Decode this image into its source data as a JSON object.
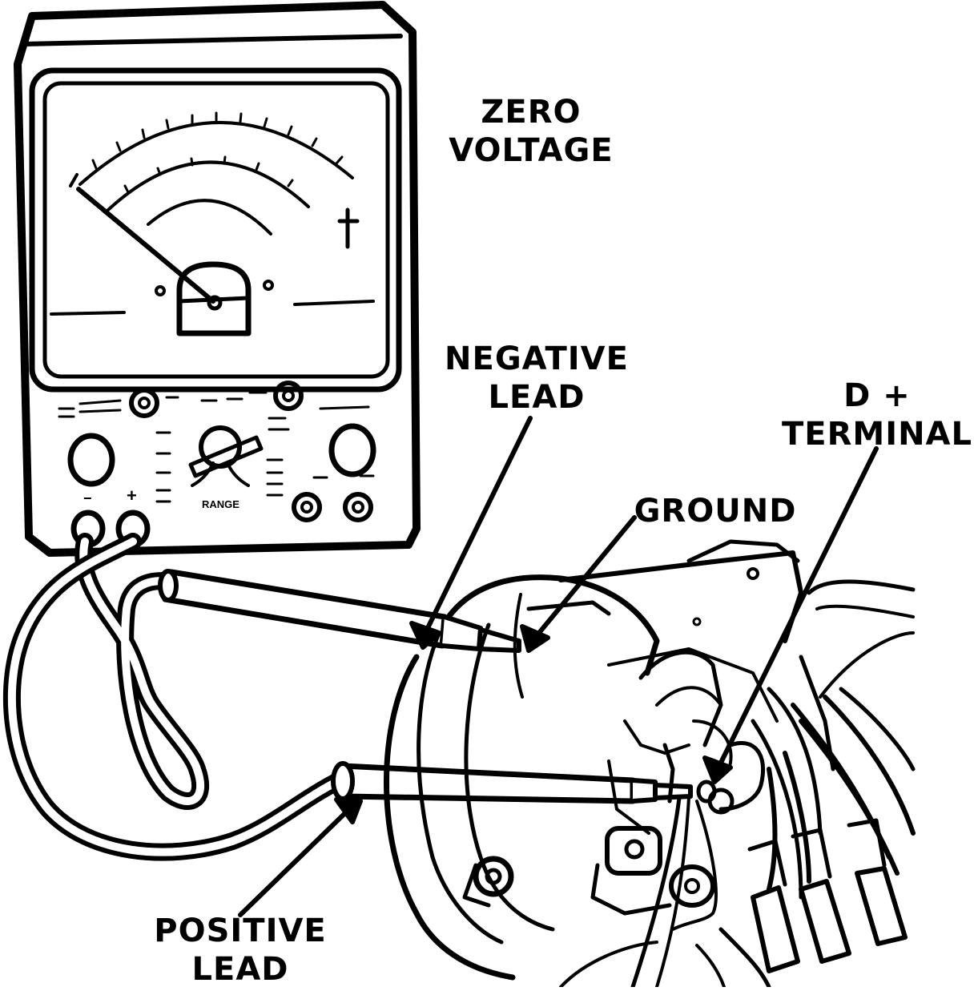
{
  "labels": {
    "zero_voltage": [
      "ZERO",
      "VOLTAGE"
    ],
    "negative_lead": [
      "NEGATIVE",
      "LEAD"
    ],
    "d_plus_terminal": [
      "D +",
      "TERMINAL"
    ],
    "ground": "GROUND",
    "positive_lead": [
      "POSITIVE",
      "LEAD"
    ]
  },
  "meter": {
    "range_label": "RANGE",
    "jack_minus": "−",
    "jack_plus": "+"
  },
  "colors": {
    "ink": "#000000",
    "paper": "#ffffff"
  }
}
